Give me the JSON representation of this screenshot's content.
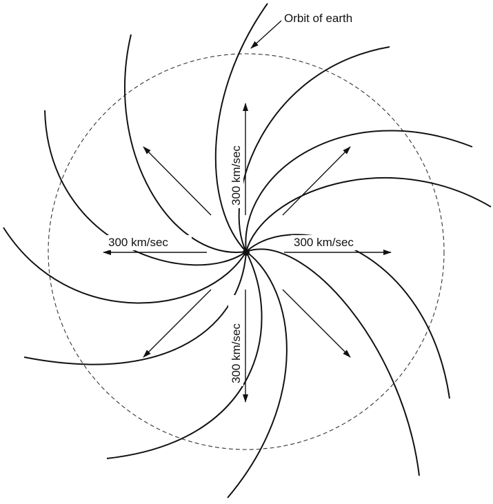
{
  "diagram": {
    "orbit_label": "Orbit of earth",
    "speed_label_right": "300 km/sec",
    "speed_label_left": "300 km/sec",
    "speed_label_up": "300 km/sec",
    "speed_label_down": "300 km/sec"
  },
  "colors": {
    "line": "#111111",
    "background": "#ffffff"
  }
}
